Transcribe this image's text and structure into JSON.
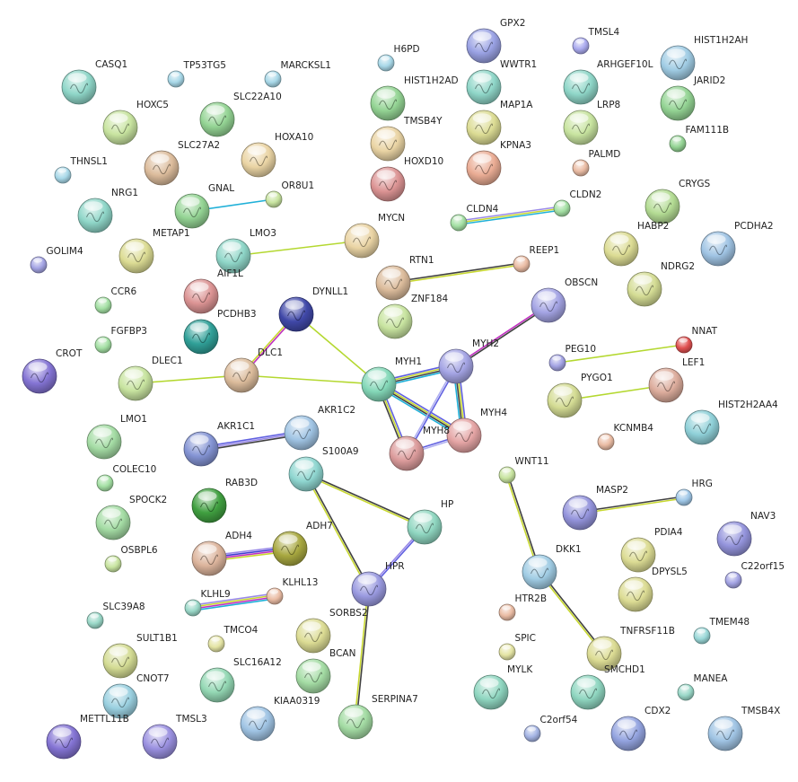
{
  "network": {
    "nodes": [
      {
        "name": "CASQ1",
        "color": "#8fd6c8"
      },
      {
        "name": "TP53TG5",
        "color": "#a8d8e8"
      },
      {
        "name": "MARCKSL1",
        "color": "#a8d8e8"
      },
      {
        "name": "H6PD",
        "color": "#a8d8e8"
      },
      {
        "name": "GPX2",
        "color": "#9aa2e4"
      },
      {
        "name": "TMSL4",
        "color": "#aaaaee"
      },
      {
        "name": "HIST1H2AH",
        "color": "#a0cce4"
      },
      {
        "name": "HOXC5",
        "color": "#c8e4a0"
      },
      {
        "name": "SLC22A10",
        "color": "#94d494"
      },
      {
        "name": "HIST1H2AD",
        "color": "#94d494"
      },
      {
        "name": "WWTR1",
        "color": "#8fd6c8"
      },
      {
        "name": "ARHGEF10L",
        "color": "#8fd6c8"
      },
      {
        "name": "JARID2",
        "color": "#94d494"
      },
      {
        "name": "THNSL1",
        "color": "#a8d8e8"
      },
      {
        "name": "SLC27A2",
        "color": "#dcbc9c"
      },
      {
        "name": "HOXA10",
        "color": "#ead4a4"
      },
      {
        "name": "TMSB4Y",
        "color": "#ead4a4"
      },
      {
        "name": "MAP1A",
        "color": "#dcdc94"
      },
      {
        "name": "LRP8",
        "color": "#c8e4a0"
      },
      {
        "name": "FAM111B",
        "color": "#94d494"
      },
      {
        "name": "HOXD10",
        "color": "#dc9494"
      },
      {
        "name": "KPNA3",
        "color": "#eaac94"
      },
      {
        "name": "PALMD",
        "color": "#eabca4"
      },
      {
        "name": "NRG1",
        "color": "#8fd6c8"
      },
      {
        "name": "GNAL",
        "color": "#94d494"
      },
      {
        "name": "OR8U1",
        "color": "#c8e4a0"
      },
      {
        "name": "CLDN4",
        "color": "#a4e0a4"
      },
      {
        "name": "CLDN2",
        "color": "#a4e0a4"
      },
      {
        "name": "CRYGS",
        "color": "#b4dc94"
      },
      {
        "name": "GOLIM4",
        "color": "#a4a4e4"
      },
      {
        "name": "METAP1",
        "color": "#dcdc94"
      },
      {
        "name": "LMO3",
        "color": "#8fd6c8"
      },
      {
        "name": "MYCN",
        "color": "#ead4a4"
      },
      {
        "name": "HABP2",
        "color": "#dcdc94"
      },
      {
        "name": "PCDHA2",
        "color": "#a0c4e4"
      },
      {
        "name": "REEP1",
        "color": "#eabca4"
      },
      {
        "name": "RTN1",
        "color": "#dcbc9c"
      },
      {
        "name": "NDRG2",
        "color": "#d4dc94"
      },
      {
        "name": "CCR6",
        "color": "#a4e0a4"
      },
      {
        "name": "AIF1L",
        "color": "#dc9494"
      },
      {
        "name": "DYNLL1",
        "color": "#4048a8"
      },
      {
        "name": "ZNF184",
        "color": "#c8e4a0"
      },
      {
        "name": "OBSCN",
        "color": "#a4a4e4"
      },
      {
        "name": "FGFBP3",
        "color": "#a4e0a4"
      },
      {
        "name": "PCDHB3",
        "color": "#30a098"
      },
      {
        "name": "NNAT",
        "color": "#e05050"
      },
      {
        "name": "PEG10",
        "color": "#a4a4e4"
      },
      {
        "name": "CROT",
        "color": "#8474d4"
      },
      {
        "name": "DLEC1",
        "color": "#c8e4a0"
      },
      {
        "name": "DLC1",
        "color": "#dcbc9c"
      },
      {
        "name": "MYH1",
        "color": "#84d8b8"
      },
      {
        "name": "MYH2",
        "color": "#a4a4e4"
      },
      {
        "name": "PYGO1",
        "color": "#d4dc94"
      },
      {
        "name": "LEF1",
        "color": "#dcac9c"
      },
      {
        "name": "HIST2H2AA4",
        "color": "#8fd0d8"
      },
      {
        "name": "LMO1",
        "color": "#a4dca4"
      },
      {
        "name": "AKR1C1",
        "color": "#8494d4"
      },
      {
        "name": "AKR1C2",
        "color": "#a0c4e4"
      },
      {
        "name": "MYH8",
        "color": "#dc9c9c"
      },
      {
        "name": "MYH4",
        "color": "#e4a4a4"
      },
      {
        "name": "KCNMB4",
        "color": "#eabca4"
      },
      {
        "name": "COLEC10",
        "color": "#a4e0a4"
      },
      {
        "name": "S100A9",
        "color": "#8fd6d0"
      },
      {
        "name": "WNT11",
        "color": "#c8e4a0"
      },
      {
        "name": "RAB3D",
        "color": "#40a040"
      },
      {
        "name": "SPOCK2",
        "color": "#a4dca4"
      },
      {
        "name": "HP",
        "color": "#8fd6c0"
      },
      {
        "name": "MASP2",
        "color": "#9494dc"
      },
      {
        "name": "HRG",
        "color": "#a0c8e8"
      },
      {
        "name": "NAV3",
        "color": "#9494dc"
      },
      {
        "name": "ADH4",
        "color": "#dcb49c"
      },
      {
        "name": "ADH7",
        "color": "#a8a840"
      },
      {
        "name": "OSBPL6",
        "color": "#c8e4a0"
      },
      {
        "name": "PDIA4",
        "color": "#dcdc94"
      },
      {
        "name": "DKK1",
        "color": "#a0cce4"
      },
      {
        "name": "C22orf15",
        "color": "#a4a4e4"
      },
      {
        "name": "HPR",
        "color": "#9a9ae0"
      },
      {
        "name": "KLHL9",
        "color": "#9ad8c8"
      },
      {
        "name": "KLHL13",
        "color": "#eabca4"
      },
      {
        "name": "DPYSL5",
        "color": "#dcdc94"
      },
      {
        "name": "HTR2B",
        "color": "#eabca4"
      },
      {
        "name": "SLC39A8",
        "color": "#9ad8c8"
      },
      {
        "name": "SORBS2",
        "color": "#dcdc94"
      },
      {
        "name": "TMCO4",
        "color": "#e4e4a4"
      },
      {
        "name": "TMEM48",
        "color": "#9ad8d8"
      },
      {
        "name": "TNFRSF11B",
        "color": "#dcdc94"
      },
      {
        "name": "SULT1B1",
        "color": "#d4dc94"
      },
      {
        "name": "SPIC",
        "color": "#e4e4a4"
      },
      {
        "name": "BCAN",
        "color": "#a4dca4"
      },
      {
        "name": "SLC16A12",
        "color": "#94d8b4"
      },
      {
        "name": "SMCHD1",
        "color": "#8fd6c0"
      },
      {
        "name": "MYLK",
        "color": "#8fd6c0"
      },
      {
        "name": "MANEA",
        "color": "#9ad8c8"
      },
      {
        "name": "CNOT7",
        "color": "#9ad0e0"
      },
      {
        "name": "KIAA0319",
        "color": "#a0c4e4"
      },
      {
        "name": "SERPINA7",
        "color": "#a4dca4"
      },
      {
        "name": "C2orf54",
        "color": "#a4b4e4"
      },
      {
        "name": "CDX2",
        "color": "#94a4e0"
      },
      {
        "name": "TMSB4X",
        "color": "#a0c4e4"
      },
      {
        "name": "METTL11B",
        "color": "#8474d4"
      },
      {
        "name": "TMSL3",
        "color": "#9a90e0"
      }
    ],
    "edges": [
      [
        "GNAL",
        "OR8U1",
        [
          "#20b0d8"
        ]
      ],
      [
        "CLDN4",
        "CLDN2",
        [
          "#9a8ae8",
          "#c8d830",
          "#20b0d8"
        ]
      ],
      [
        "LMO3",
        "MYCN",
        [
          "#b4d830"
        ]
      ],
      [
        "RTN1",
        "REEP1",
        [
          "#404040",
          "#c8d830"
        ]
      ],
      [
        "DYNLL1",
        "DLC1",
        [
          "#c030c0",
          "#c8d830"
        ]
      ],
      [
        "DYNLL1",
        "MYH1",
        [
          "#b4d830"
        ]
      ],
      [
        "DLEC1",
        "DLC1",
        [
          "#b4d830"
        ]
      ],
      [
        "DLC1",
        "MYH1",
        [
          "#b4d830"
        ]
      ],
      [
        "MYH1",
        "MYH2",
        [
          "#6060e0",
          "#c8d830",
          "#404040",
          "#20b0d8"
        ]
      ],
      [
        "MYH2",
        "OBSCN",
        [
          "#c030c0",
          "#404040"
        ]
      ],
      [
        "MYH1",
        "MYH8",
        [
          "#6060e0",
          "#c8d830",
          "#404040"
        ]
      ],
      [
        "MYH1",
        "MYH4",
        [
          "#6060e0",
          "#c8d830",
          "#404040",
          "#20b0d8"
        ]
      ],
      [
        "MYH2",
        "MYH8",
        [
          "#6060e0",
          "#b0b0f0"
        ]
      ],
      [
        "MYH2",
        "MYH4",
        [
          "#6060e0",
          "#c8d830",
          "#404040",
          "#20b0d8"
        ]
      ],
      [
        "MYH8",
        "MYH4",
        [
          "#6060e0",
          "#b0b0f0"
        ]
      ],
      [
        "PEG10",
        "NNAT",
        [
          "#b4d830"
        ]
      ],
      [
        "PYGO1",
        "LEF1",
        [
          "#b4d830"
        ]
      ],
      [
        "AKR1C1",
        "AKR1C2",
        [
          "#6060e0",
          "#9a8ae8",
          "#404040"
        ]
      ],
      [
        "S100A9",
        "HP",
        [
          "#404040",
          "#c8d830"
        ]
      ],
      [
        "S100A9",
        "HPR",
        [
          "#404040",
          "#c8d830"
        ]
      ],
      [
        "HP",
        "HPR",
        [
          "#6060e0",
          "#9a8ae8"
        ]
      ],
      [
        "HPR",
        "SERPINA7",
        [
          "#404040",
          "#c8d830"
        ]
      ],
      [
        "ADH4",
        "ADH7",
        [
          "#9a8ae8",
          "#4040d0",
          "#c030c0",
          "#c8d830"
        ]
      ],
      [
        "KLHL9",
        "KLHL13",
        [
          "#9a8ae8",
          "#c8d830",
          "#c030c0",
          "#20b0d8"
        ]
      ],
      [
        "WNT11",
        "DKK1",
        [
          "#404040",
          "#c8d830"
        ]
      ],
      [
        "DKK1",
        "TNFRSF11B",
        [
          "#404040",
          "#c8d830"
        ]
      ],
      [
        "MASP2",
        "HRG",
        [
          "#404040",
          "#c8d830"
        ]
      ]
    ]
  }
}
